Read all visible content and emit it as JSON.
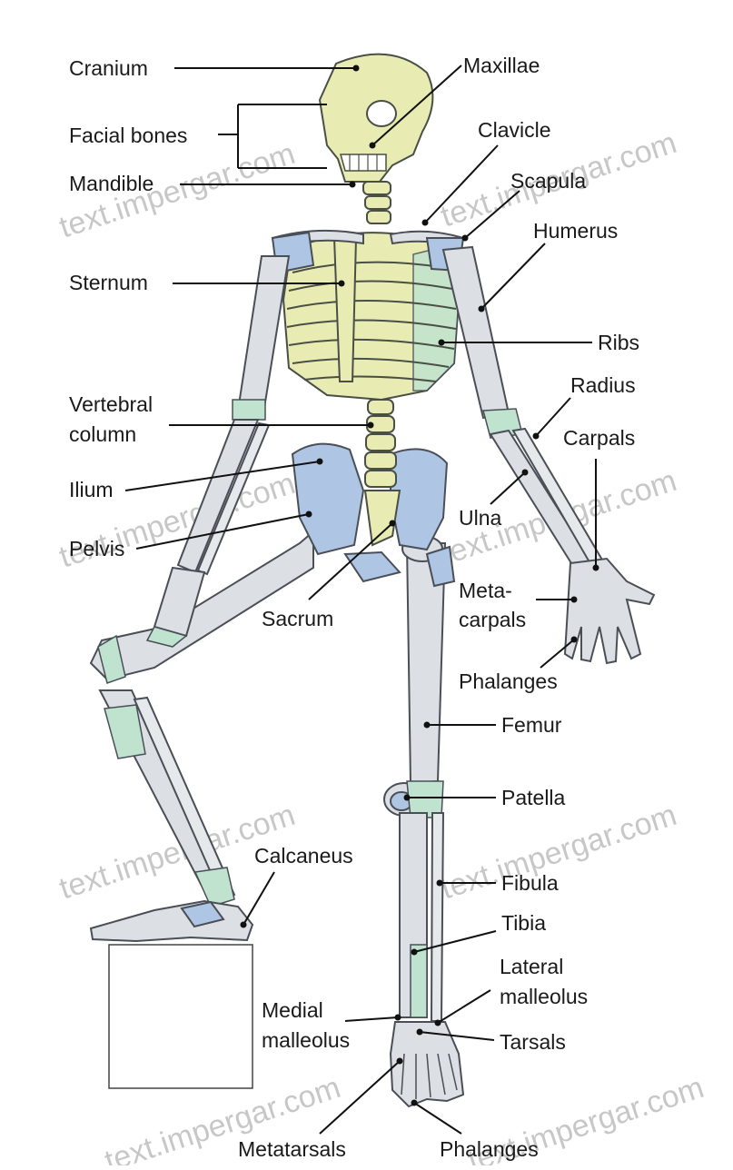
{
  "labels": {
    "cranium": "Cranium",
    "maxillae": "Maxillae",
    "facial_bones": "Facial bones",
    "clavicle": "Clavicle",
    "mandible": "Mandible",
    "scapula": "Scapula",
    "humerus": "Humerus",
    "sternum": "Sternum",
    "ribs": "Ribs",
    "radius": "Radius",
    "vertebral_column_1": "Vertebral",
    "vertebral_column_2": "column",
    "carpals": "Carpals",
    "ilium": "Ilium",
    "ulna": "Ulna",
    "pelvis": "Pelvis",
    "metacarpals_1": "Meta-",
    "metacarpals_2": "carpals",
    "sacrum": "Sacrum",
    "phalanges_hand": "Phalanges",
    "femur": "Femur",
    "patella": "Patella",
    "calcaneus": "Calcaneus",
    "fibula": "Fibula",
    "tibia": "Tibia",
    "lateral_malleolus_1": "Lateral",
    "lateral_malleolus_2": "malleolus",
    "medial_malleolus_1": "Medial",
    "medial_malleolus_2": "malleolus",
    "tarsals": "Tarsals",
    "metatarsals": "Metatarsals",
    "phalanges_foot": "Phalanges"
  },
  "watermark": "text.impergar.com",
  "colors": {
    "axial_bone": "#e9ecb2",
    "appendicular_bone": "#dcdfe3",
    "joint_highlight": "#aec6e3",
    "cartilage": "#bfe3cf"
  }
}
